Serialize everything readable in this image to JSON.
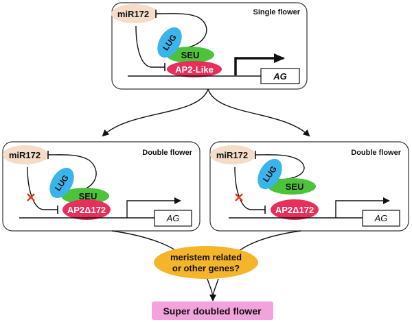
{
  "colors": {
    "mir": "#f5dcc8",
    "lug": "#3bb4ec",
    "seu": "#4cc33a",
    "ap2": "#e62f5b",
    "question": "#f5b52a",
    "result": "#f2a3dc",
    "cross": "#e8341c"
  },
  "top_panel": {
    "title": "Single flower",
    "mir": "miR172",
    "lug": "LUG",
    "seu": "SEU",
    "ap2": "AP2-Like",
    "gene": "AG"
  },
  "left_panel": {
    "title": "Double flower",
    "mir": "miR172",
    "lug": "LUG",
    "seu": "SEU",
    "ap2": "AP2Δ172",
    "gene": "AG"
  },
  "right_panel": {
    "title": "Double flower",
    "mir": "miR172",
    "lug": "LUG",
    "seu": "SEU",
    "ap2": "AP2Δ172",
    "gene": "AG"
  },
  "question": {
    "line1": "meristem related",
    "line2": "or other genes?"
  },
  "result": "Super doubled flower"
}
